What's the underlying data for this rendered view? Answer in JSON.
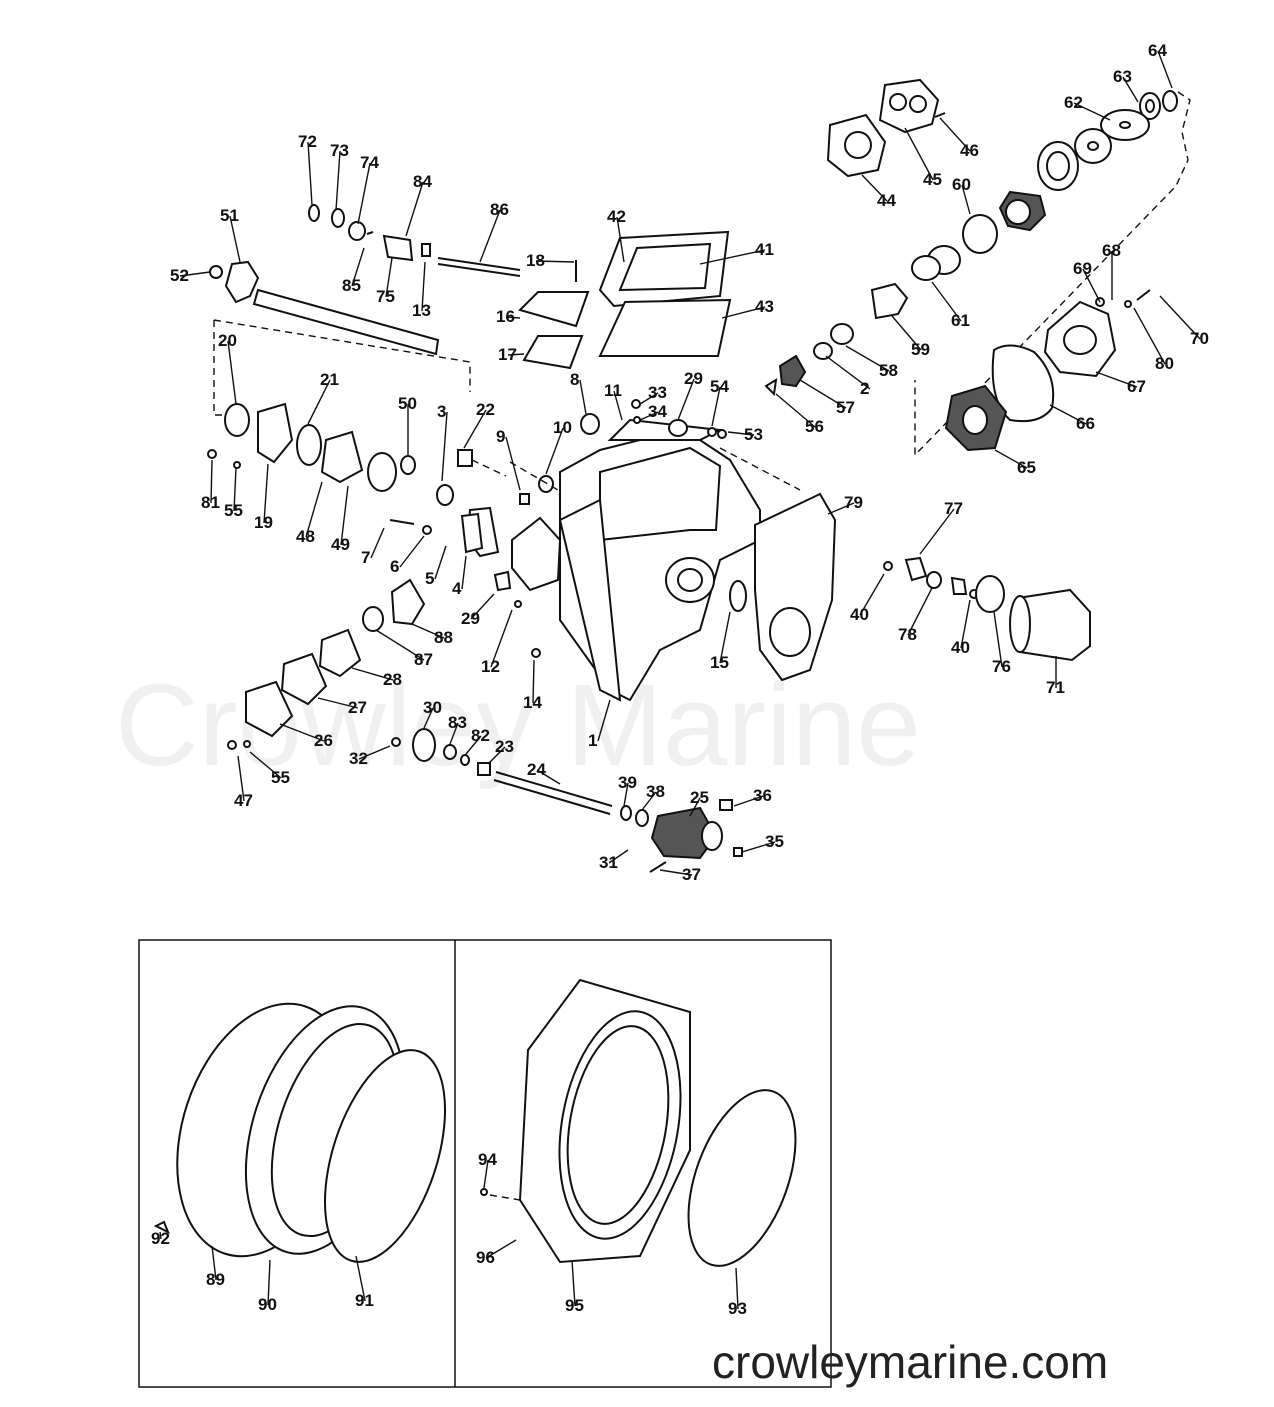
{
  "watermark": "Crowley Marine",
  "site": "crowleymarine.com",
  "callouts": [
    {
      "n": "64"
    },
    {
      "n": "63"
    },
    {
      "n": "62"
    },
    {
      "n": "46"
    },
    {
      "n": "45"
    },
    {
      "n": "44"
    },
    {
      "n": "60"
    },
    {
      "n": "72"
    },
    {
      "n": "73"
    },
    {
      "n": "74"
    },
    {
      "n": "84"
    },
    {
      "n": "86"
    },
    {
      "n": "42"
    },
    {
      "n": "41"
    },
    {
      "n": "18"
    },
    {
      "n": "51"
    },
    {
      "n": "52"
    },
    {
      "n": "85"
    },
    {
      "n": "75"
    },
    {
      "n": "13"
    },
    {
      "n": "16"
    },
    {
      "n": "43"
    },
    {
      "n": "17"
    },
    {
      "n": "68"
    },
    {
      "n": "69"
    },
    {
      "n": "70"
    },
    {
      "n": "80"
    },
    {
      "n": "61"
    },
    {
      "n": "59"
    },
    {
      "n": "58"
    },
    {
      "n": "2"
    },
    {
      "n": "57"
    },
    {
      "n": "56"
    },
    {
      "n": "67"
    },
    {
      "n": "66"
    },
    {
      "n": "65"
    },
    {
      "n": "20"
    },
    {
      "n": "21"
    },
    {
      "n": "50"
    },
    {
      "n": "3"
    },
    {
      "n": "22"
    },
    {
      "n": "8"
    },
    {
      "n": "11"
    },
    {
      "n": "33"
    },
    {
      "n": "34"
    },
    {
      "n": "29"
    },
    {
      "n": "54"
    },
    {
      "n": "53"
    },
    {
      "n": "9"
    },
    {
      "n": "10"
    },
    {
      "n": "79"
    },
    {
      "n": "81"
    },
    {
      "n": "55"
    },
    {
      "n": "19"
    },
    {
      "n": "48"
    },
    {
      "n": "49"
    },
    {
      "n": "7"
    },
    {
      "n": "6"
    },
    {
      "n": "5"
    },
    {
      "n": "4"
    },
    {
      "n": "29"
    },
    {
      "n": "77"
    },
    {
      "n": "40"
    },
    {
      "n": "78"
    },
    {
      "n": "40"
    },
    {
      "n": "76"
    },
    {
      "n": "71"
    },
    {
      "n": "88"
    },
    {
      "n": "87"
    },
    {
      "n": "28"
    },
    {
      "n": "27"
    },
    {
      "n": "26"
    },
    {
      "n": "12"
    },
    {
      "n": "15"
    },
    {
      "n": "14"
    },
    {
      "n": "1"
    },
    {
      "n": "30"
    },
    {
      "n": "83"
    },
    {
      "n": "82"
    },
    {
      "n": "23"
    },
    {
      "n": "32"
    },
    {
      "n": "55"
    },
    {
      "n": "47"
    },
    {
      "n": "24"
    },
    {
      "n": "39"
    },
    {
      "n": "38"
    },
    {
      "n": "25"
    },
    {
      "n": "36"
    },
    {
      "n": "35"
    },
    {
      "n": "31"
    },
    {
      "n": "37"
    },
    {
      "n": "92"
    },
    {
      "n": "89"
    },
    {
      "n": "90"
    },
    {
      "n": "91"
    },
    {
      "n": "94"
    },
    {
      "n": "96"
    },
    {
      "n": "95"
    },
    {
      "n": "93"
    }
  ]
}
